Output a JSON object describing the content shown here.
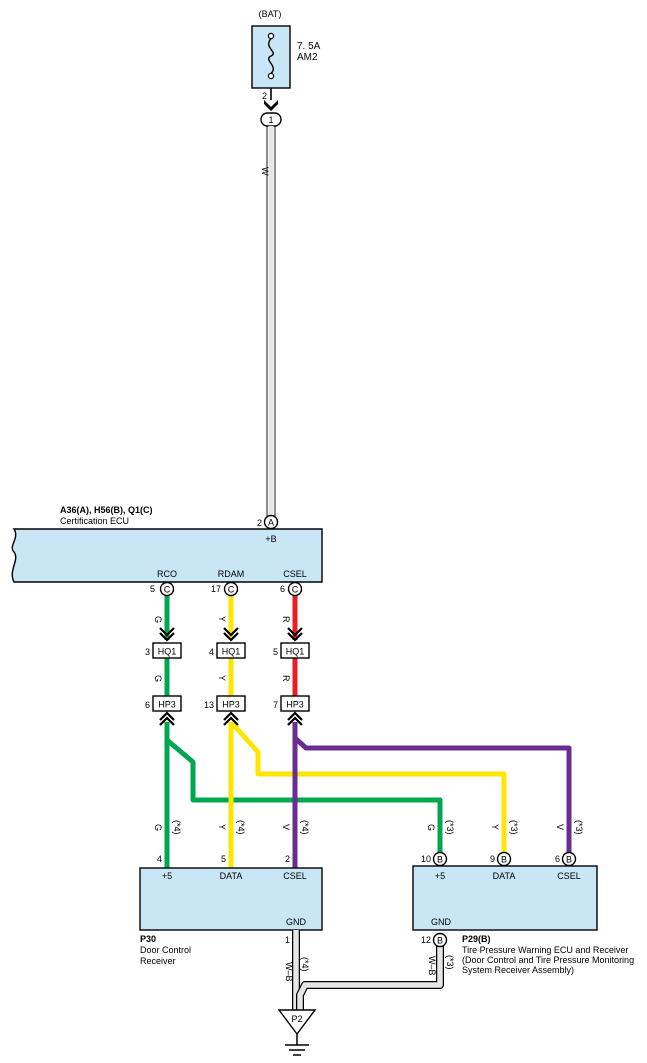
{
  "fuse": {
    "source": "(BAT)",
    "rating": "7. 5A",
    "name": "AM2",
    "pin": "2",
    "junction": "1"
  },
  "wires": {
    "battery": "W",
    "green": "G",
    "yellow": "Y",
    "red": "R",
    "violet": "V",
    "ground": "W–B",
    "note4": "(*4)",
    "note3": "(*3)"
  },
  "cert_ecu": {
    "code": "A36(A), H56(B), Q1(C)",
    "name": "Certification ECU",
    "plus_b_pin": "2",
    "plus_b_conn": "A",
    "plus_b_label": "+B",
    "terminals": [
      {
        "label": "RCO",
        "pin": "5",
        "conn": "C"
      },
      {
        "label": "RDAM",
        "pin": "17",
        "conn": "C"
      },
      {
        "label": "CSEL",
        "pin": "6",
        "conn": "C"
      }
    ]
  },
  "hq1": {
    "name": "HQ1",
    "pins": [
      "3",
      "4",
      "5"
    ]
  },
  "hp3": {
    "name": "HP3",
    "pins": [
      "6",
      "13",
      "7"
    ]
  },
  "receiver": {
    "code": "P30",
    "name_line1": "Door Control",
    "name_line2": "Receiver",
    "terminals": [
      {
        "label": "+5",
        "pin": "4"
      },
      {
        "label": "DATA",
        "pin": "5"
      },
      {
        "label": "CSEL",
        "pin": "2"
      }
    ],
    "gnd_label": "GND",
    "gnd_pin": "1"
  },
  "tpms": {
    "code": "P29(B)",
    "name_line1": "Tire Pressure Warning ECU and Receiver",
    "name_line2": "(Door Control and Tire Pressure Monitoring",
    "name_line3": " System Receiver Assembly)",
    "conn": "B",
    "terminals": [
      {
        "label": "+5",
        "pin": "10"
      },
      {
        "label": "DATA",
        "pin": "9"
      },
      {
        "label": "CSEL",
        "pin": "6"
      }
    ],
    "gnd_label": "GND",
    "gnd_pin": "12"
  },
  "ground": {
    "name": "P2"
  },
  "colors": {
    "green": "#00a650",
    "yellow": "#ffe600",
    "red": "#ed1c24",
    "violet": "#6b2c91",
    "box_fill": "#c8e6f5"
  }
}
